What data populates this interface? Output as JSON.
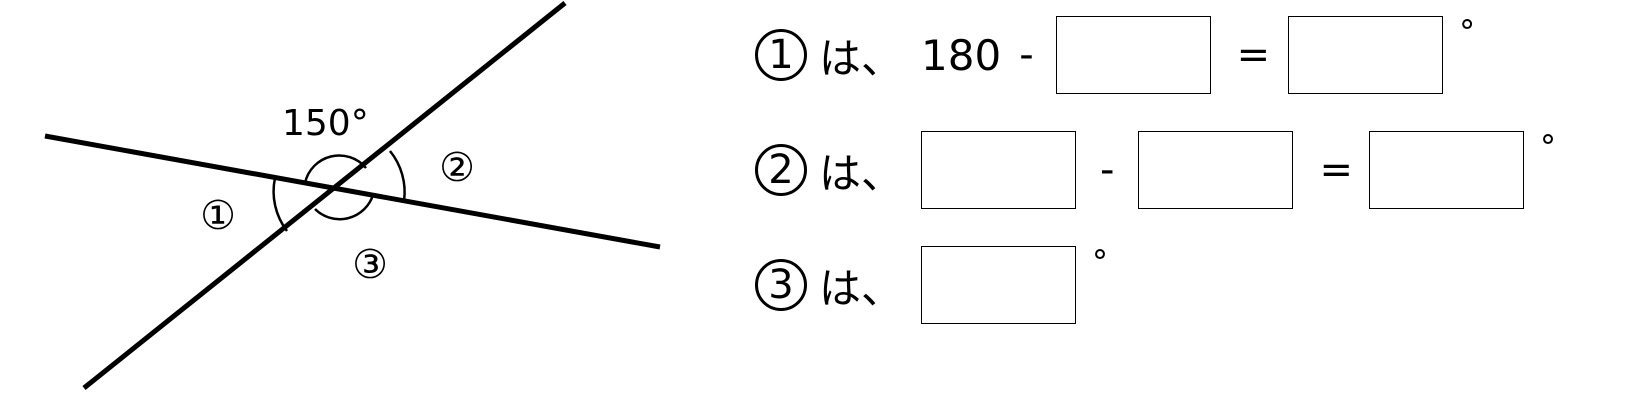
{
  "diagram": {
    "angle_label": "150°",
    "marks": [
      "①",
      "②",
      "③"
    ]
  },
  "rows": [
    {
      "num": "1",
      "ha": "は、",
      "t1": "180",
      "op1": "-",
      "op2": "=",
      "deg": "°"
    },
    {
      "num": "2",
      "ha": "は、",
      "op1": "-",
      "op2": "=",
      "deg": "°"
    },
    {
      "num": "3",
      "ha": "は、",
      "deg": "°"
    }
  ]
}
